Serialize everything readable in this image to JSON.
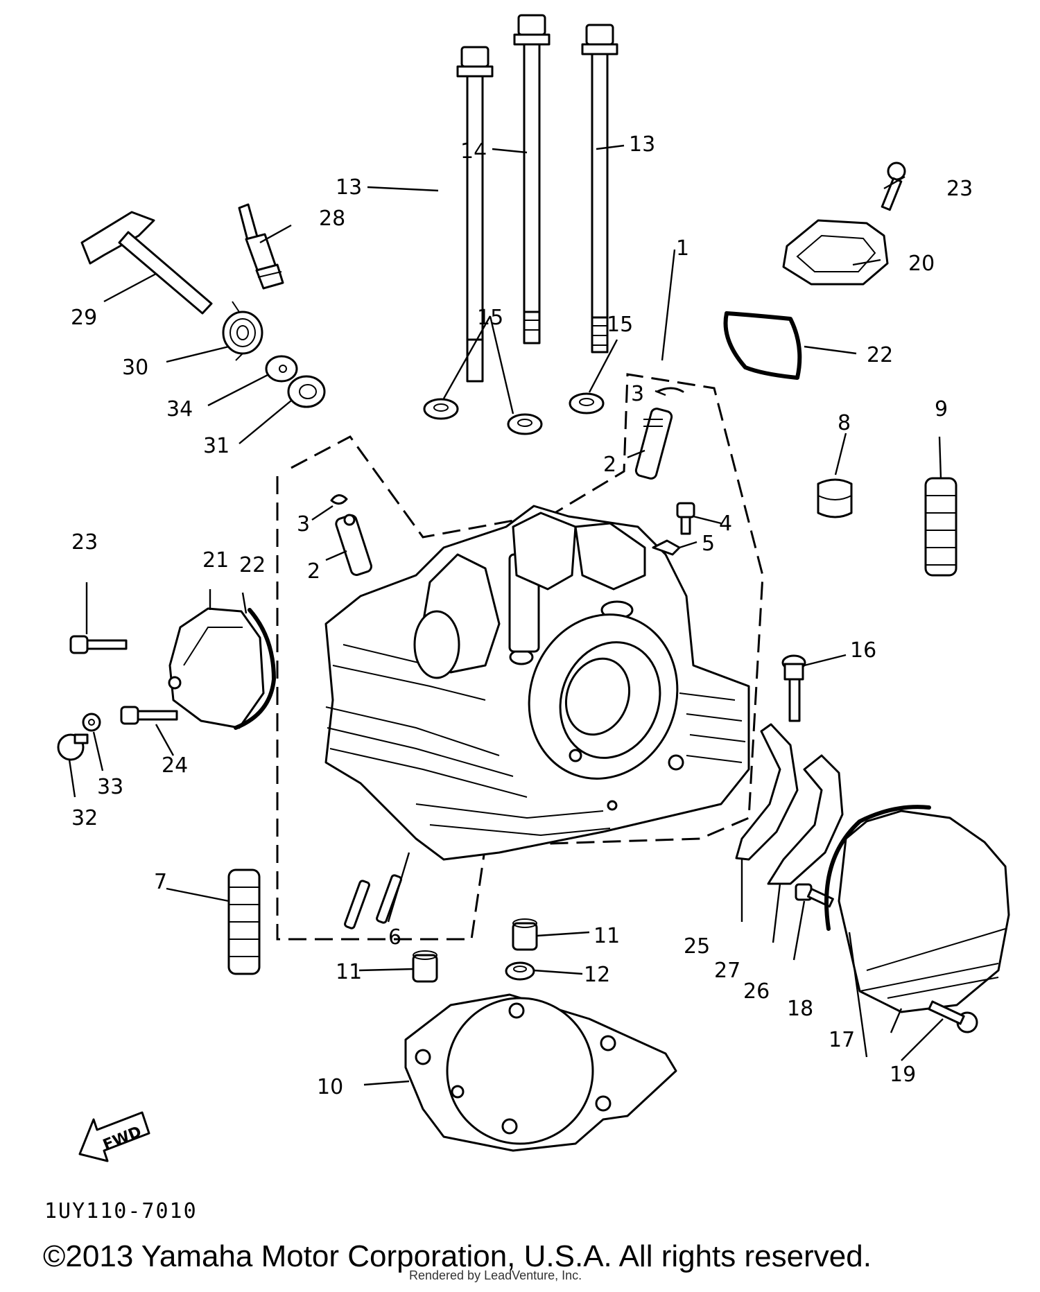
{
  "diagram": {
    "code": "1UY110-7010",
    "fwd_label": "FWD",
    "copyright": "©2013 Yamaha Motor Corporation, U.S.A. All rights reserved.",
    "rendered_by": "Rendered by LeadVenture, Inc."
  },
  "callouts": {
    "c1": "1",
    "c2a": "2",
    "c2b": "2",
    "c3a": "3",
    "c3b": "3",
    "c4": "4",
    "c5": "5",
    "c6": "6",
    "c7": "7",
    "c8": "8",
    "c9": "9",
    "c10": "10",
    "c11a": "11",
    "c11b": "11",
    "c12": "12",
    "c13a": "13",
    "c13b": "13",
    "c14": "14",
    "c15a": "15",
    "c15b": "15",
    "c16": "16",
    "c17": "17",
    "c18": "18",
    "c19": "19",
    "c20": "20",
    "c21": "21",
    "c22a": "22",
    "c22b": "22",
    "c23a": "23",
    "c23b": "23",
    "c24": "24",
    "c25": "25",
    "c26": "26",
    "c27": "27",
    "c28": "28",
    "c29": "29",
    "c30": "30",
    "c31": "31",
    "c32": "32",
    "c33": "33",
    "c34": "34"
  }
}
